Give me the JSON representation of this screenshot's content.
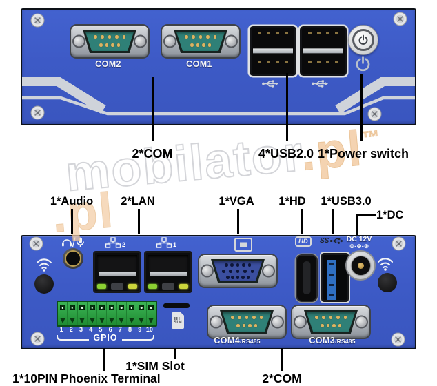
{
  "front": {
    "com2_label": "COM2",
    "com1_label": "COM1",
    "callout_com": "2*COM",
    "callout_usb": "4*USB2.0",
    "callout_power": "1*Power switch"
  },
  "rear": {
    "callout_audio": "1*Audio",
    "callout_lan": "2*LAN",
    "callout_vga": "1*VGA",
    "callout_hd": "1*HD",
    "callout_usb3": "1*USB3.0",
    "callout_dc": "1*DC",
    "dc_text": "DC 12V",
    "dc_polarity": "⊖-⊙-⊕",
    "lan2_num": "2",
    "lan1_num": "1",
    "hd_badge": "HD",
    "usb3_ss": "SS",
    "sim_text": "SIM",
    "gpio_pins": [
      "1",
      "2",
      "3",
      "4",
      "5",
      "6",
      "7",
      "8",
      "9",
      "10"
    ],
    "gpio_label": "GPIO",
    "com4_label": "COM4",
    "com4_sub": "/RS485",
    "com3_label": "COM3",
    "com3_sub": "/RS485",
    "callout_phoenix": "1*10PIN Phoenix Terminal",
    "callout_sim": "1*SIM Slot",
    "callout_com": "2*COM"
  },
  "watermark": {
    "main": "mobilator",
    "suffix": ".pl",
    "tm": "™",
    "partial": ".pl"
  },
  "colors": {
    "panel_blue": "#3d5ac6",
    "stripe_silver": "#cfd3da",
    "com_teal": "#2f8077",
    "vga_blue": "#3b4fa0",
    "usb3_blue": "#2f6fc2",
    "gpio_green": "#2f9e44",
    "led_green": "#8bd032",
    "led_yellow": "#ccd63c",
    "watermark_peach": "#f2cda6"
  }
}
